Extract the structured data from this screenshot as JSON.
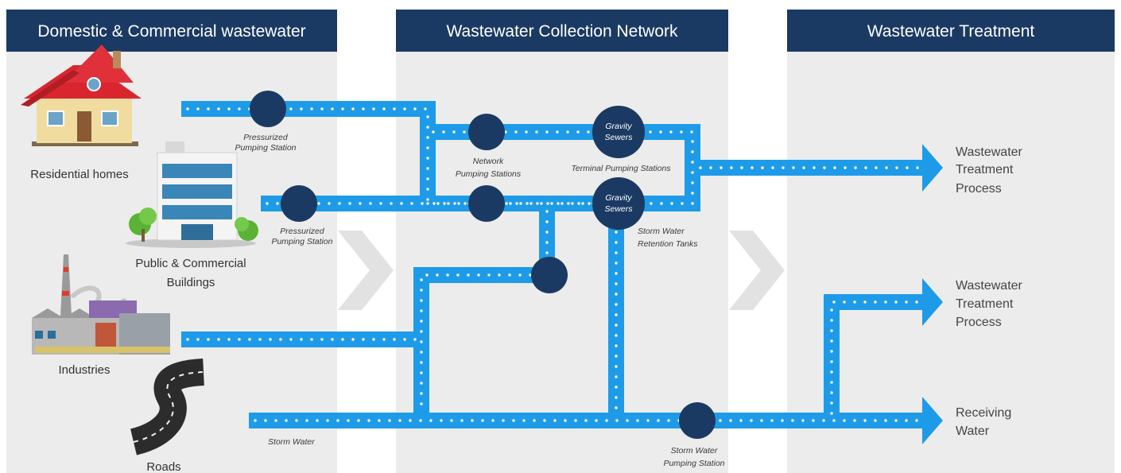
{
  "columns": {
    "domestic": "Domestic & Commercial wastewater",
    "network": "Wastewater Collection Network",
    "treatment": "Wastewater Treatment"
  },
  "sources": {
    "residential": "Residential homes",
    "public_1": "Public & Commercial",
    "public_2": "Buildings",
    "industries": "Industries",
    "roads": "Roads"
  },
  "captions": {
    "pressurized_1a": "Pressurized",
    "pressurized_1b": "Pumping Station",
    "pressurized_2a": "Pressurized",
    "pressurized_2b": "Pumping Station",
    "network_a": "Network",
    "network_b": "Pumping Stations",
    "terminal": "Terminal Pumping Stations",
    "retention_a": "Storm Water",
    "retention_b": "Retention Tanks",
    "storm_water": "Storm Water",
    "storm_pump_a": "Storm Water",
    "storm_pump_b": "Pumping Station"
  },
  "nodes": {
    "gravity_1a": "Gravity",
    "gravity_1b": "Sewers",
    "gravity_2a": "Gravity",
    "gravity_2b": "Sewers"
  },
  "destinations": {
    "d1_a": "Wastewater",
    "d1_b": "Treatment",
    "d1_c": "Process",
    "d2_a": "Wastewater",
    "d2_b": "Treatment",
    "d2_c": "Process",
    "d3_a": "Receiving",
    "d3_b": "Water"
  },
  "colors": {
    "header": "#1b3a63",
    "panel": "#ececec",
    "pipe": "#1e9be8",
    "node": "#1b3a63",
    "chevron": "#e2e2e2"
  }
}
